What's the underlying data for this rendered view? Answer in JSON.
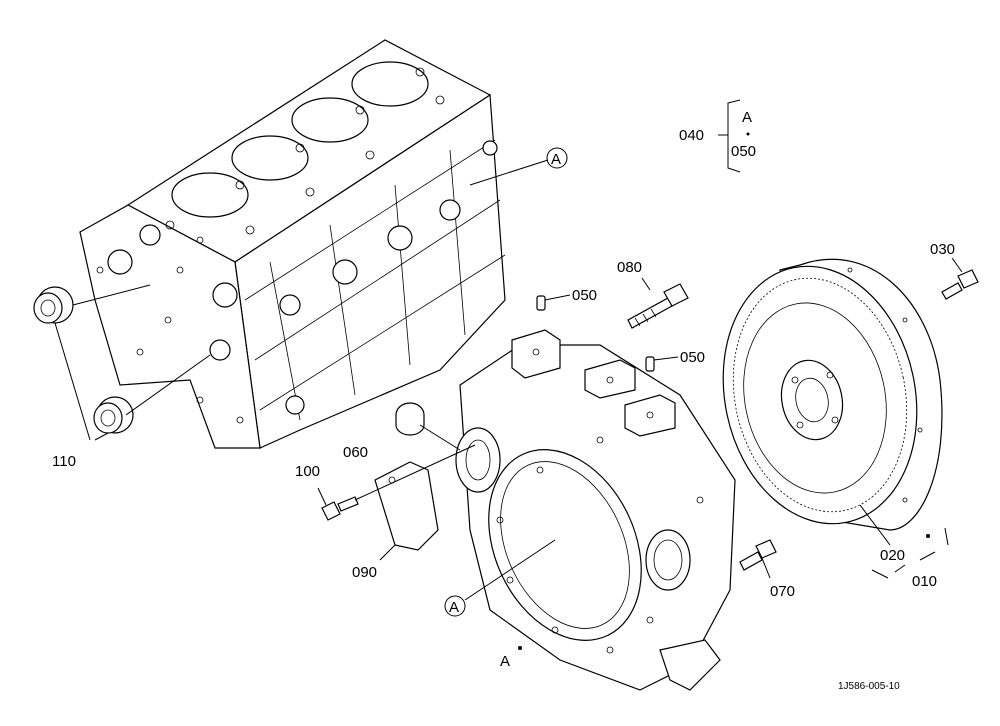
{
  "part_labels": {
    "p010": "010",
    "p020": "020",
    "p030": "030",
    "p040": "040",
    "p050_bracket": "050",
    "p050_upper": "050",
    "p050_lower": "050",
    "p060": "060",
    "p070": "070",
    "p080": "080",
    "p090": "090",
    "p100": "100",
    "p110": "110"
  },
  "reference_markers": {
    "a_top": "A",
    "a_bottom": "A",
    "a_bracket": "A",
    "a_point": "A"
  },
  "figure_code": "1J586-005-10"
}
